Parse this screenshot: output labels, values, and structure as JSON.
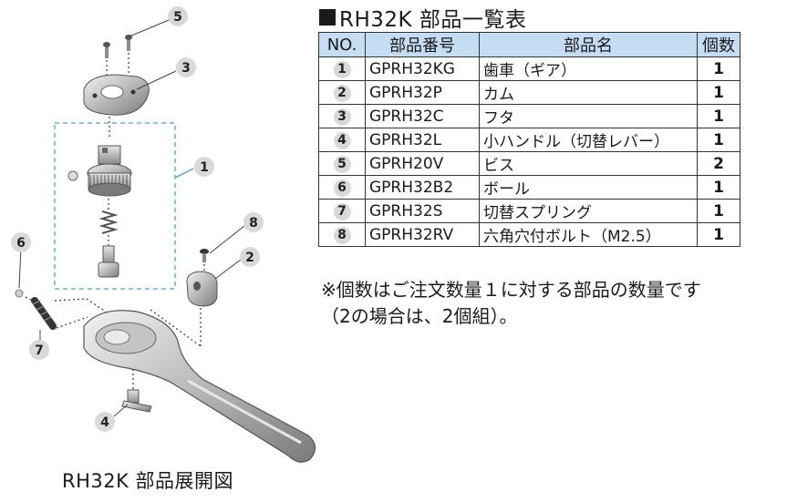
{
  "title": "RH32K 部品一覧表",
  "table": {
    "headers": [
      "NO.",
      "部品番号",
      "部品名",
      "個数"
    ],
    "rows": [
      {
        "no": "1",
        "part_no": "GPRH32KG",
        "name": "歯車（ギア）",
        "qty": "1"
      },
      {
        "no": "2",
        "part_no": "GPRH32P",
        "name": "カム",
        "qty": "1"
      },
      {
        "no": "3",
        "part_no": "GPRH32C",
        "name": "フタ",
        "qty": "1"
      },
      {
        "no": "4",
        "part_no": "GPRH32L",
        "name": "小ハンドル（切替レバー）",
        "qty": "1"
      },
      {
        "no": "5",
        "part_no": "GPRH20V",
        "name": "ビス",
        "qty": "2"
      },
      {
        "no": "6",
        "part_no": "GPRH32B2",
        "name": "ボール",
        "qty": "1"
      },
      {
        "no": "7",
        "part_no": "GPRH32S",
        "name": "切替スプリング",
        "qty": "1"
      },
      {
        "no": "8",
        "part_no": "GPRH32RV",
        "name": "六角穴付ボルト（M2.5）",
        "qty": "1"
      }
    ]
  },
  "note": {
    "line1": "※個数はご注文数量１に対する部品の数量です",
    "line2": "（2の場合は、2個組）。"
  },
  "diagram": {
    "caption": "RH32K 部品展開図",
    "callouts": [
      "5",
      "3",
      "1",
      "8",
      "2",
      "6",
      "7",
      "4"
    ],
    "colors": {
      "callout_bg": "#d9d9d9",
      "dashed_box": "#4ba3c7",
      "metal": "#b8b8b8"
    }
  }
}
